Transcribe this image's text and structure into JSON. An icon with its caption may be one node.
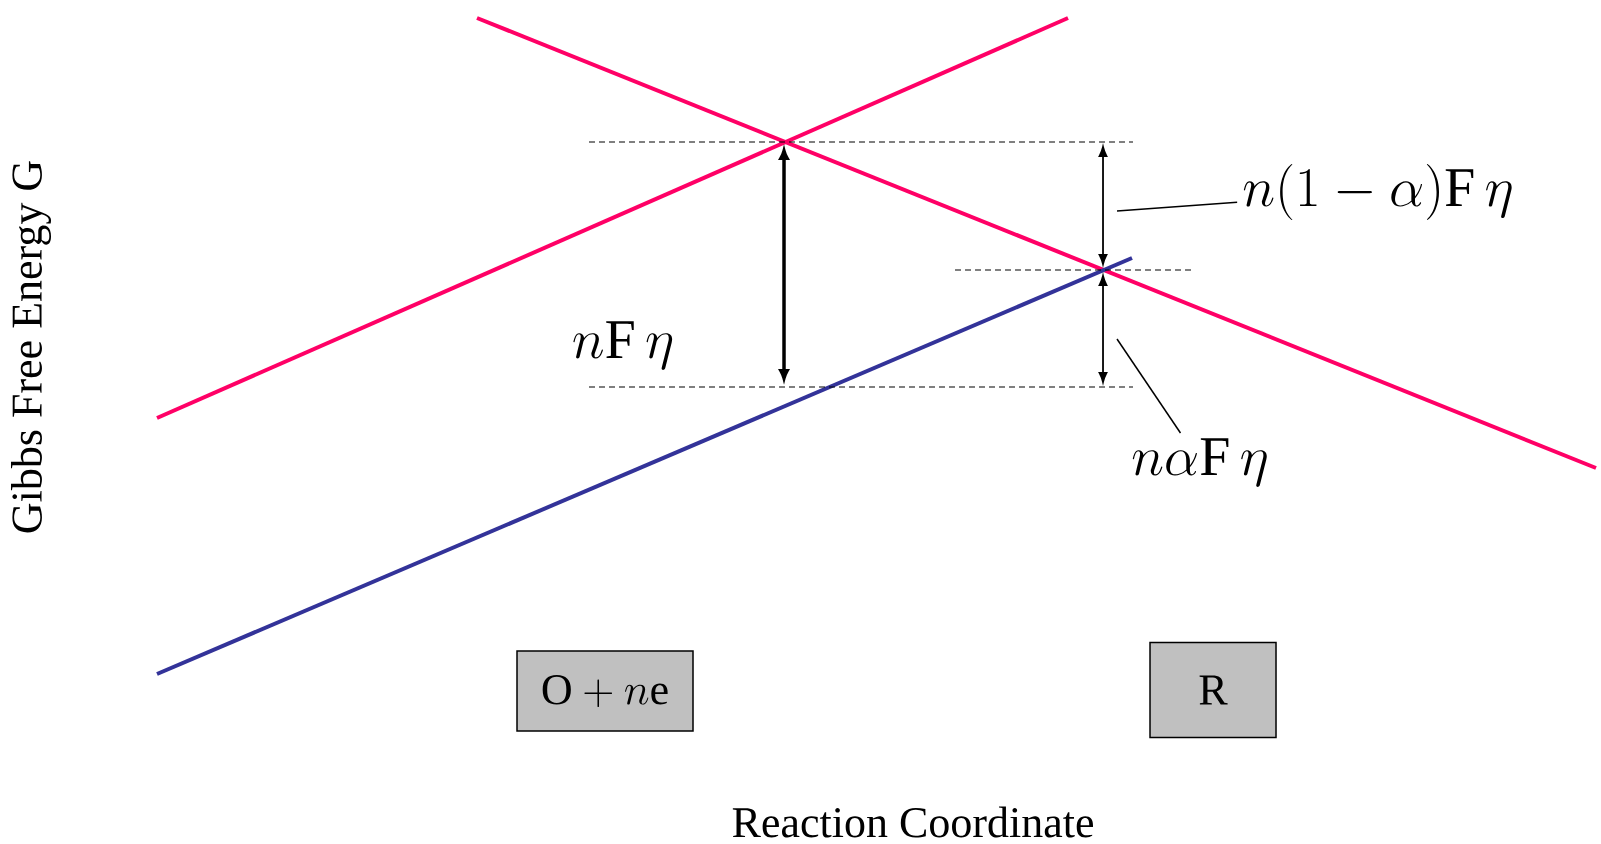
{
  "diagram": {
    "nodes": [
      {
        "text": [
          "\\mathrm{O} + n\\mathrm{e}"
        ]
      },
      {
        "text": [
          "R"
        ]
      },
      {
        "text": [
          "n(1-\\alpha)\\mathrm{F}\\,\\eta"
        ]
      },
      {
        "text": [
          "n\\alpha\\mathrm{F}\\,\\eta"
        ]
      }
    ],
    "edges": [
      {
        "from": 2,
        "to": null,
        "arrow": "none"
      },
      {
        "from": 3,
        "to": null,
        "arrow": "none"
      }
    ],
    "labels": [
      "n\\mathrm{F}\\,\\eta",
      "Gibbs Free Energy G",
      "Reaction Coordinate"
    ]
  }
}
